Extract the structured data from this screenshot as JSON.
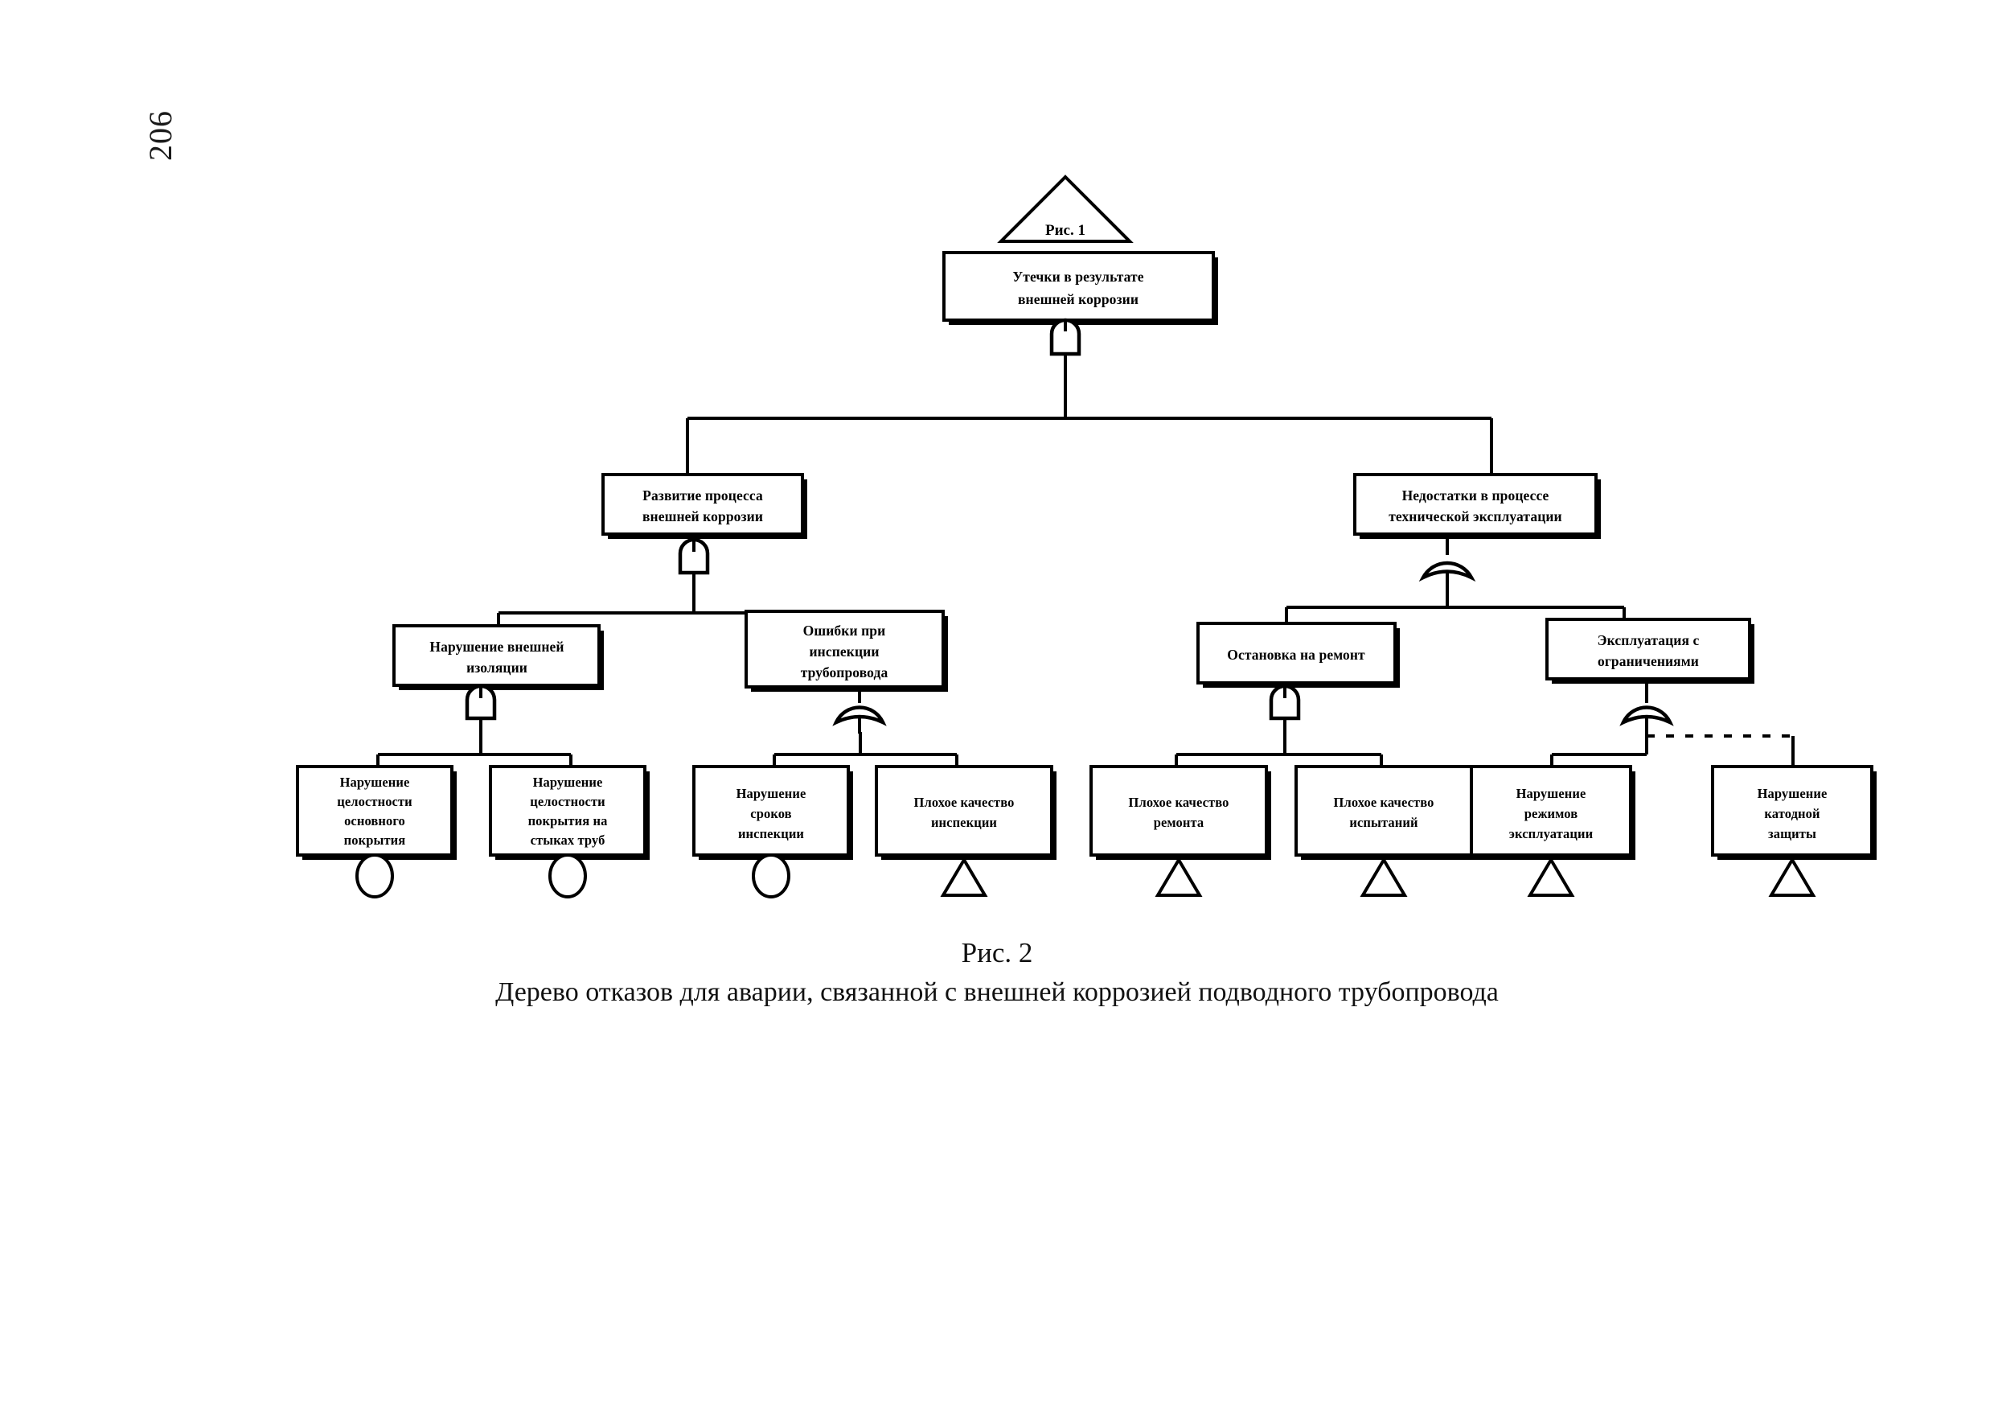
{
  "page": {
    "number": "206"
  },
  "caption": {
    "figure_label": "Рис. 2",
    "title": "Дерево отказов для аварии, связанной с внешней коррозией подводного трубопровода"
  },
  "diagram": {
    "type": "fault-tree",
    "transfer_marker": "Рис. 1",
    "nodes": [
      {
        "id": "top",
        "level": 0,
        "lines": [
          "Утечки в результате",
          "внешней коррозии"
        ],
        "gate_below": "and"
      },
      {
        "id": "dev-corrosion",
        "level": 1,
        "lines": [
          "Развитие процесса",
          "внешней коррозии"
        ],
        "gate_below": "and"
      },
      {
        "id": "oper-deficiencies",
        "level": 1,
        "lines": [
          "Недостатки в процессе",
          "технической эксплуатации"
        ],
        "gate_below": "or"
      },
      {
        "id": "insulation-breach",
        "level": 2,
        "lines": [
          "Нарушение внешней",
          "изоляции"
        ],
        "gate_below": "and"
      },
      {
        "id": "inspection-errors",
        "level": 2,
        "lines": [
          "Ошибки при",
          "инспекции",
          "трубопровода"
        ],
        "gate_below": "or"
      },
      {
        "id": "repair-shutdown",
        "level": 2,
        "lines": [
          "Остановка на ремонт"
        ],
        "gate_below": "and"
      },
      {
        "id": "limited-operation",
        "level": 2,
        "lines": [
          "Эксплуатация с",
          "ограничениями"
        ],
        "gate_below": "or"
      },
      {
        "id": "main-coating-breach",
        "level": 3,
        "lines": [
          "Нарушение",
          "целостности",
          "основного",
          "покрытия"
        ],
        "terminal": "circle"
      },
      {
        "id": "joint-coating-breach",
        "level": 3,
        "lines": [
          "Нарушение",
          "целостности",
          "покрытия на",
          "стыках труб"
        ],
        "terminal": "circle"
      },
      {
        "id": "inspection-schedule-breach",
        "level": 3,
        "lines": [
          "Нарушение",
          "сроков",
          "инспекции"
        ],
        "terminal": "circle"
      },
      {
        "id": "poor-inspection-quality",
        "level": 3,
        "lines": [
          "Плохое качество",
          "инспекции"
        ],
        "terminal": "triangle"
      },
      {
        "id": "poor-repair-quality",
        "level": 3,
        "lines": [
          "Плохое качество",
          "ремонта"
        ],
        "terminal": "triangle"
      },
      {
        "id": "poor-test-quality",
        "level": 3,
        "lines": [
          "Плохое качество",
          "испытаний"
        ],
        "terminal": "triangle"
      },
      {
        "id": "operating-regime-breach",
        "level": 3,
        "lines": [
          "Нарушение",
          "режимов",
          "эксплуатации"
        ],
        "terminal": "triangle"
      },
      {
        "id": "cathodic-protection-breach",
        "level": 3,
        "lines": [
          "Нарушение",
          "катодной",
          "защиты"
        ],
        "terminal": "triangle"
      }
    ]
  }
}
